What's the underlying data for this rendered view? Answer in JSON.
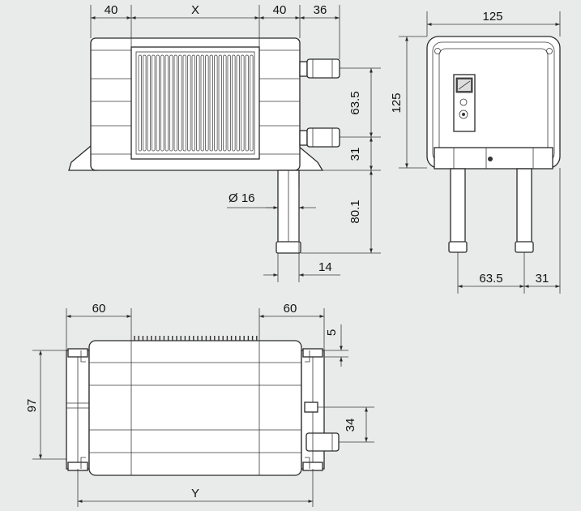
{
  "drawing": {
    "front_view": {
      "left_margin": "40",
      "core_width": "X",
      "right_margin": "40",
      "tube_projection": "36",
      "tube_spacing": "63.5",
      "lower_tube_offset": "31",
      "tube_diameter": "Ø 16",
      "tube_length": "80.1",
      "tube_offset": "14"
    },
    "side_view": {
      "width": "125",
      "height": "125",
      "tube_spacing": "63.5",
      "tube_offset": "31"
    },
    "top_view": {
      "left_mount": "60",
      "right_mount": "60",
      "flange_gap": "5",
      "depth": "97",
      "tube_spacing": "34",
      "overall_length": "Y"
    }
  }
}
